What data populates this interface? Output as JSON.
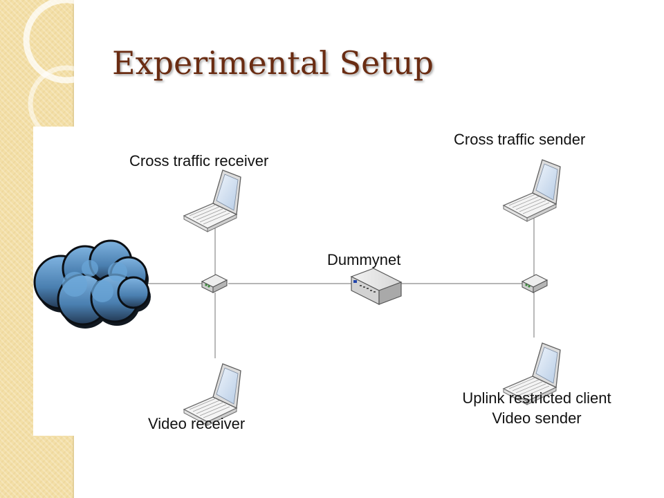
{
  "slide": {
    "title": "Experimental Setup"
  },
  "colors": {
    "title": "#6a2c12",
    "stripe": "#f3dfa7",
    "cloud_fill": "#4f86b8",
    "cloud_shadow": "#111820"
  },
  "diagram": {
    "labels": {
      "cross_traffic_receiver": "Cross traffic receiver",
      "cross_traffic_sender": "Cross traffic sender",
      "dummynet": "Dummynet",
      "video_receiver": "Video receiver",
      "uplink_client_line1": "Uplink restricted client",
      "uplink_client_line2": "Video sender"
    },
    "icons": [
      "cloud-icon",
      "laptop-icon",
      "hub-icon",
      "dummynet-appliance-icon"
    ]
  }
}
